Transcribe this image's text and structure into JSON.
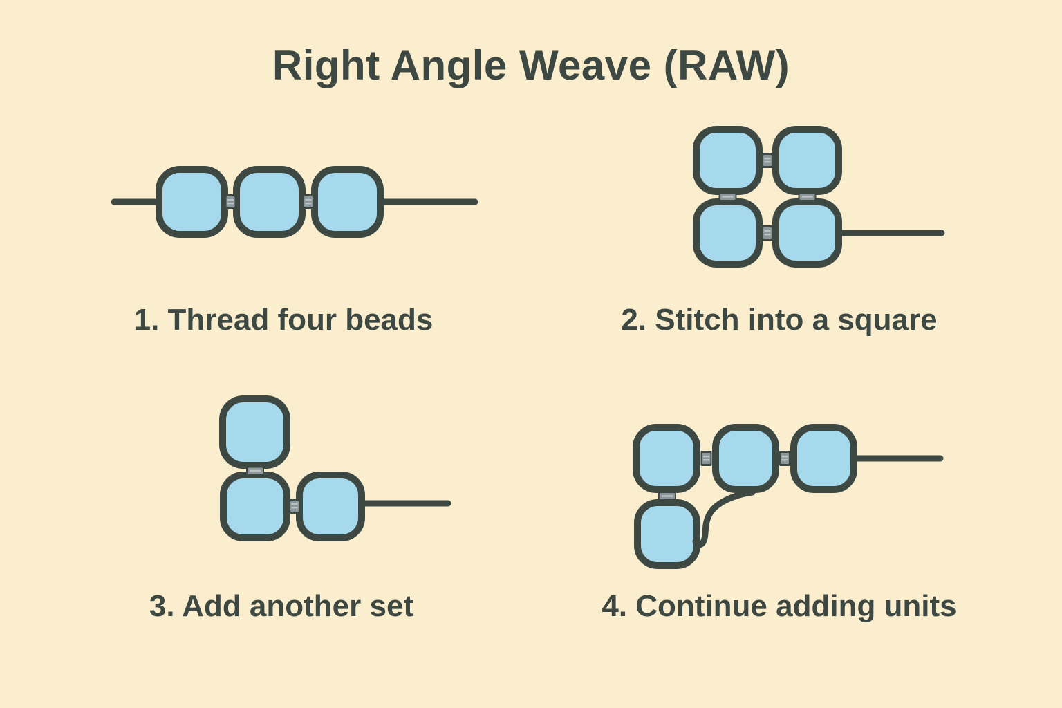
{
  "title": "Right Angle Weave (RAW)",
  "steps": [
    {
      "label": "1. Thread four beads",
      "icon": "beads-in-row-on-thread-icon"
    },
    {
      "label": "2. Stitch into a square",
      "icon": "four-beads-square-thread-exit-icon"
    },
    {
      "label": "3. Add another set",
      "icon": "three-beads-l-shape-thread-exit-icon"
    },
    {
      "label": "4. Continue adding units",
      "icon": "four-beads-l-shape-thread-loop-icon"
    }
  ],
  "colors": {
    "background": "#FBEECE",
    "ink": "#3E4843",
    "bead_fill": "#A6D9EB",
    "joint": "#8E979B",
    "joint_stripe": "#BDC3C5"
  }
}
